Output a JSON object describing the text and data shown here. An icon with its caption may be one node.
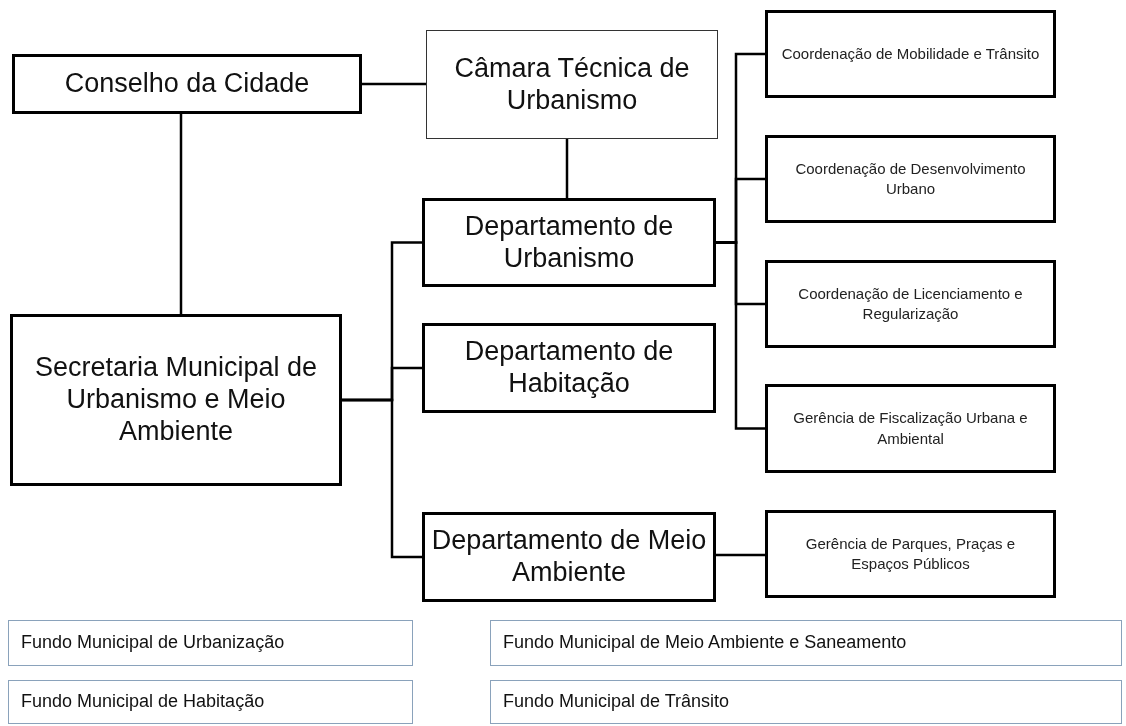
{
  "diagram": {
    "nodes": [
      {
        "text": [
          "Conselho da Cidade"
        ]
      },
      {
        "text": [
          "Câmara Técnica de Urbanismo"
        ]
      },
      {
        "text": [
          "Departamento de Urbanismo"
        ]
      },
      {
        "text": [
          "Secretaria Municipal de Urbanismo e Meio Ambiente"
        ]
      },
      {
        "text": [
          "Departamento de Habitação"
        ]
      },
      {
        "text": [
          "Departamento de Meio Ambiente"
        ]
      },
      {
        "text": [
          "Coordenação de Mobilidade e Trânsito"
        ]
      },
      {
        "text": [
          "Coordenação de Desenvolvimento Urbano"
        ]
      },
      {
        "text": [
          "Coordenação de Licenciamento e Regularização"
        ]
      },
      {
        "text": [
          "Gerência de Fiscalização Urbana e Ambiental"
        ]
      },
      {
        "text": [
          "Gerência de Parques, Praças e Espaços Públicos"
        ]
      },
      {
        "text": [
          "Fundo Municipal de Urbanização"
        ]
      },
      {
        "text": [
          "Fundo Municipal de Meio Ambiente e Saneamento"
        ]
      },
      {
        "text": [
          "Fundo Municipal de Habitação"
        ]
      },
      {
        "text": [
          "Fundo Municipal de Trânsito"
        ]
      }
    ],
    "edges": [
      {
        "from": 0,
        "to": 1,
        "arrow": "none"
      },
      {
        "from": 0,
        "to": 3,
        "arrow": "none"
      },
      {
        "from": 1,
        "to": 2,
        "arrow": "none"
      },
      {
        "from": 3,
        "to": 2,
        "arrow": "none"
      },
      {
        "from": 3,
        "to": 4,
        "arrow": "none"
      },
      {
        "from": 3,
        "to": 5,
        "arrow": "none"
      },
      {
        "from": 2,
        "to": 6,
        "arrow": "none"
      },
      {
        "from": 2,
        "to": 7,
        "arrow": "none"
      },
      {
        "from": 2,
        "to": 8,
        "arrow": "none"
      },
      {
        "from": 2,
        "to": 9,
        "arrow": "none"
      },
      {
        "from": 5,
        "to": 10,
        "arrow": "none"
      }
    ]
  }
}
